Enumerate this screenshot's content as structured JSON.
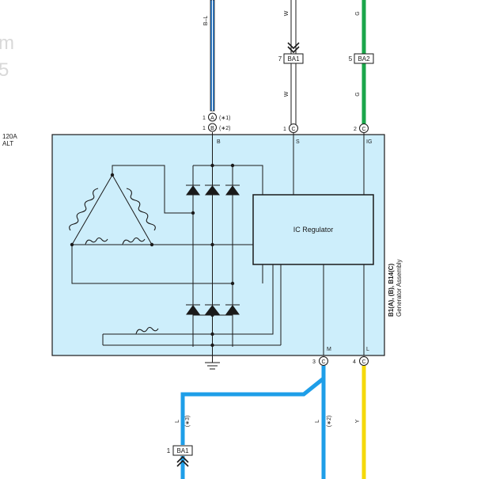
{
  "watermark": {
    "line1": "m",
    "line2": "5"
  },
  "component": {
    "rating": "120A",
    "abbr": "ALT",
    "connectors": "B1(A), (B), B14(C)",
    "name": "Generator Assembly",
    "ic_label": "IC Regulator"
  },
  "wires": {
    "bl": {
      "code": "B–L",
      "color": "#2e7fd0"
    },
    "w": {
      "code": "W",
      "color": "#ffffff"
    },
    "g": {
      "code": "G",
      "color": "#1aa64a"
    },
    "l": {
      "code": "L",
      "color": "#1e9ee8"
    },
    "y": {
      "code": "Y",
      "color": "#f5d90a"
    }
  },
  "terminals": {
    "b": "B",
    "s": "S",
    "ig": "IG",
    "m": "M",
    "l": "L"
  },
  "pins": {
    "a1": {
      "num": "1",
      "letter": "A",
      "note": "(∗1)"
    },
    "b1": {
      "num": "1",
      "letter": "B",
      "note": "(∗2)"
    },
    "c1": {
      "num": "1",
      "letter": "C"
    },
    "c2": {
      "num": "2",
      "letter": "C"
    },
    "c3": {
      "num": "3",
      "letter": "C"
    },
    "c4": {
      "num": "4",
      "letter": "C"
    }
  },
  "junctions": {
    "ba1_top": {
      "num": "7",
      "label": "BA1"
    },
    "ba2_top": {
      "num": "5",
      "label": "BA2"
    },
    "ba1_bottom": {
      "num": "1",
      "label": "BA1"
    }
  },
  "notes": {
    "star3": "(∗3)",
    "star2": "(∗2)"
  },
  "colors": {
    "box_fill": "#cdeefb",
    "line": "#1a1a1a"
  }
}
